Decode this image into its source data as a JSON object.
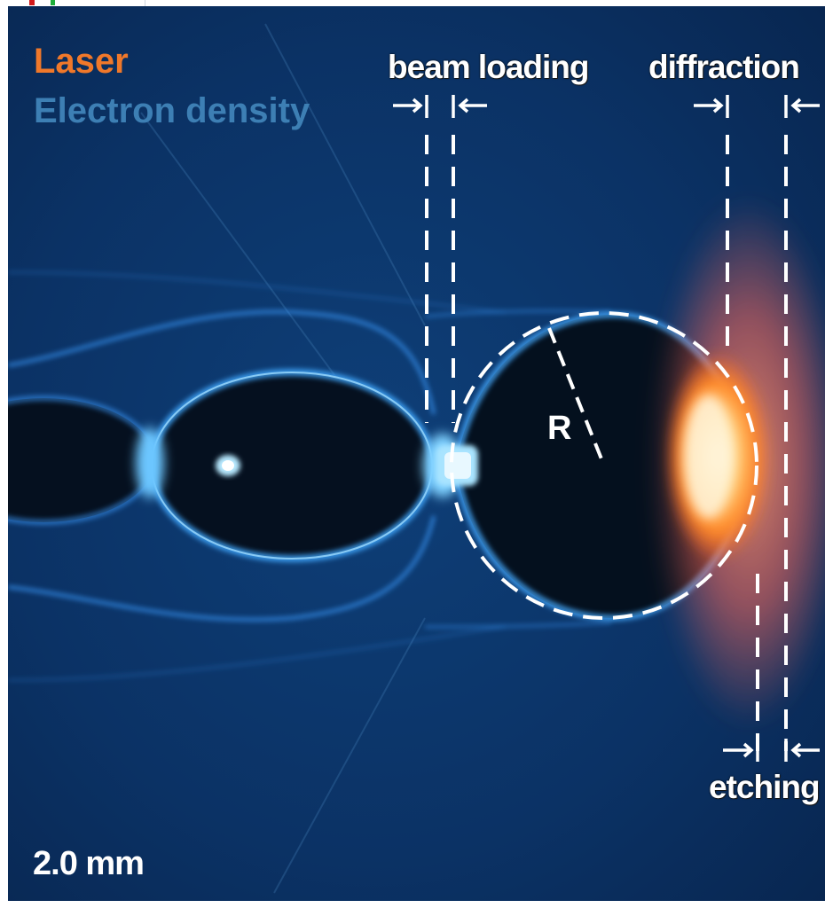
{
  "legend": {
    "laser_label": "Laser",
    "density_label": "Electron density",
    "laser_color": "#f0782a",
    "density_color": "#3d7fb4"
  },
  "annotations": {
    "beam_loading": "beam loading",
    "diffraction": "diffraction",
    "etching": "etching",
    "radius": "R"
  },
  "scale_bar": "2.0 mm",
  "colors": {
    "background": "#0b2f5c",
    "plasma_glow": "#2f9bff",
    "bubble": "#05101f",
    "laser_core": "#fff2c0",
    "laser_outer": "#ff5a3c"
  }
}
